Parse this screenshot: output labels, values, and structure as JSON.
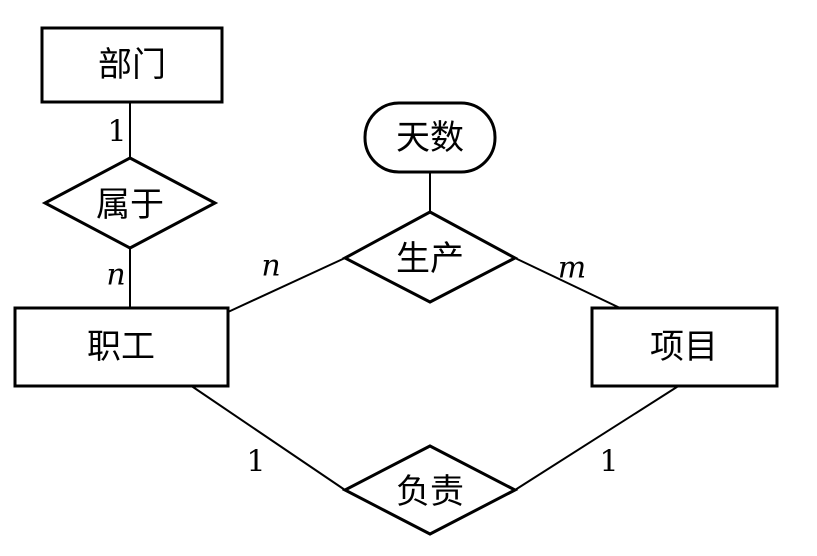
{
  "diagram": {
    "entities": {
      "dept": "部门",
      "employee": "职工",
      "project": "项目"
    },
    "relationships": {
      "belongs": "属于",
      "produce": "生产",
      "responsible": "负责"
    },
    "attributes": {
      "days": "天数"
    },
    "cardinalities": {
      "dept_belongs": "1",
      "employee_belongs": "n",
      "employee_produce": "n",
      "project_produce": "m",
      "employee_responsible": "1",
      "project_responsible": "1"
    }
  }
}
